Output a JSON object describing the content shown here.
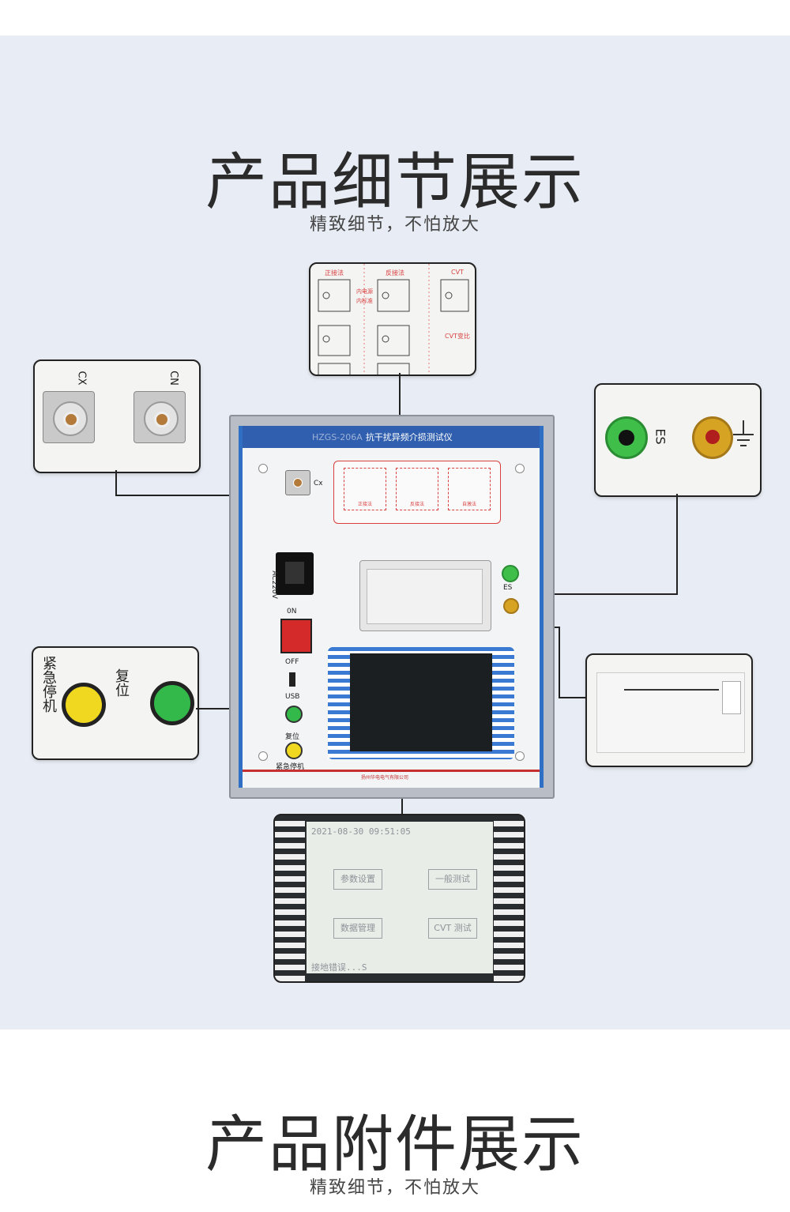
{
  "section1": {
    "title": "产品细节展示",
    "subtitle": "精致细节，不怕放大"
  },
  "section2": {
    "title": "产品附件展示",
    "subtitle": "精致细节，不怕放大"
  },
  "device": {
    "model": "HZGS-206A",
    "name": "抗干扰异频介损测试仪",
    "cx_label": "Cx",
    "ac_label": "AC220V",
    "on_label": "0N",
    "off_label": "OFF",
    "usb_label": "USB",
    "reset_label": "复位",
    "estop_label": "紧急停机",
    "es_label": "ES",
    "diagram_labels": [
      "正接法",
      "反接法",
      "自激法"
    ],
    "footer_company": "扬州华电电气有限公司"
  },
  "callouts": {
    "connector_labels": [
      "CX",
      "CN"
    ],
    "es_label": "ES",
    "buttons_labels": [
      "紧急停机",
      "复位"
    ],
    "wiring_labels": [
      "正接法",
      "反接法",
      "CVT",
      "内电源",
      "内标准",
      "CVT变比"
    ]
  },
  "screen": {
    "datetime": "2021-08-30 09:51:05",
    "buttons": [
      "参数设置",
      "一般测试",
      "数据管理",
      "CVT 测试"
    ],
    "status": "接地错误...S"
  },
  "colors": {
    "background": "#e8ecf4",
    "panel_blue": "#2f5fae",
    "accent_red": "#c63030"
  }
}
